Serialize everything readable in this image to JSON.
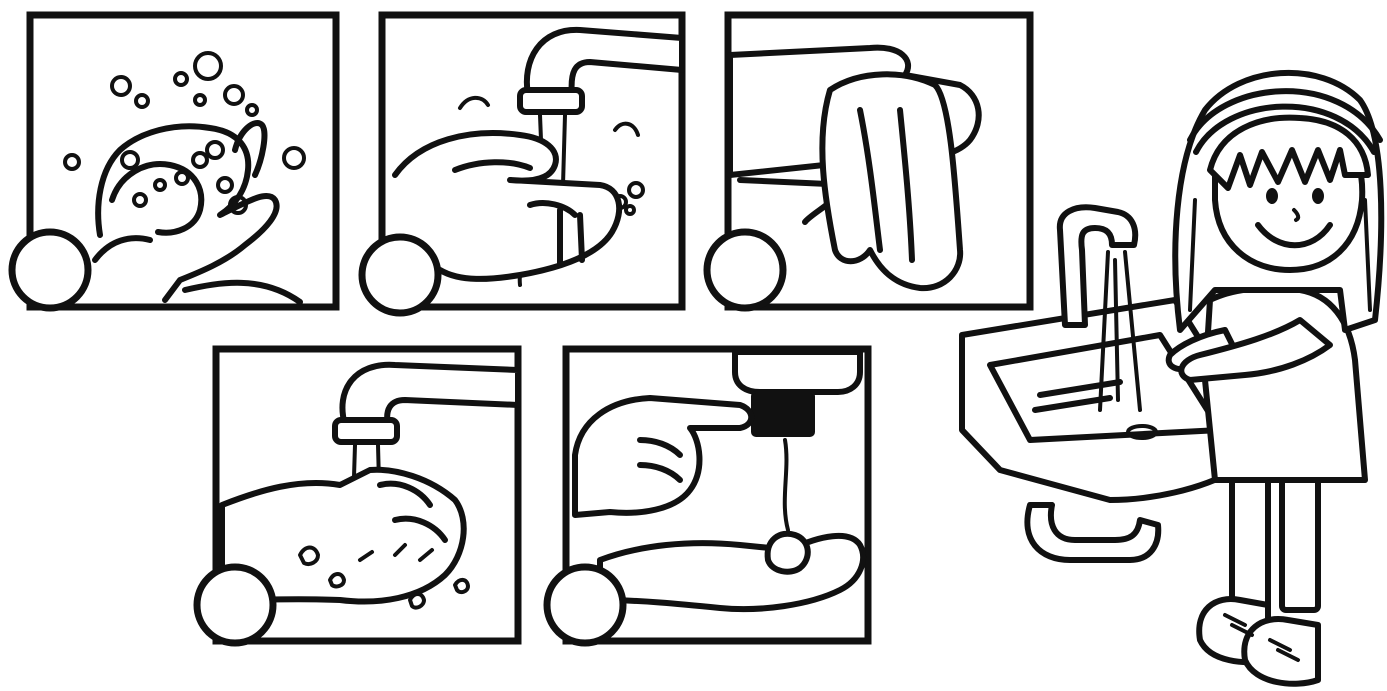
{
  "worksheet": {
    "background_color": "#ffffff",
    "ink_color": "#111111",
    "panels": [
      {
        "id": "scrub-with-soap",
        "number_circle_text": "",
        "icon": "soapy-hands-icon"
      },
      {
        "id": "rinse-under-tap",
        "number_circle_text": "",
        "icon": "rinse-hands-icon"
      },
      {
        "id": "dry-with-towel",
        "number_circle_text": "",
        "icon": "towel-dry-icon"
      },
      {
        "id": "wet-hands",
        "number_circle_text": "",
        "icon": "wet-hands-icon"
      },
      {
        "id": "apply-soap",
        "number_circle_text": "",
        "icon": "soap-dispenser-icon"
      }
    ],
    "illustration": {
      "icon": "girl-washing-hands-icon"
    }
  }
}
